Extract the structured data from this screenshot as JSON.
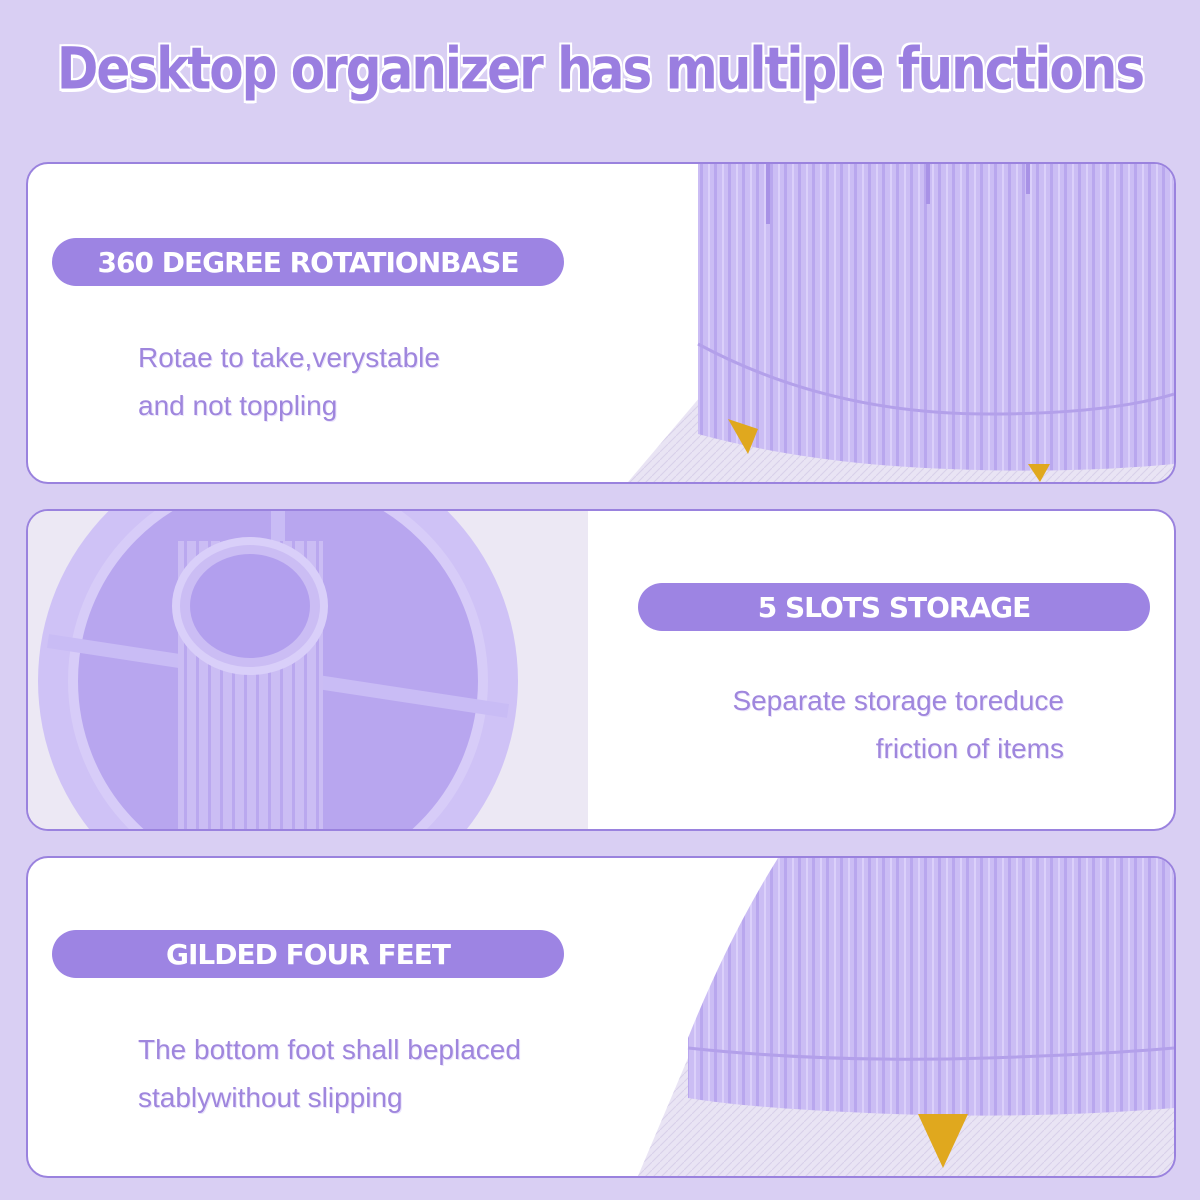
{
  "title": "Desktop organizer has multiple functions",
  "features": [
    {
      "heading": "360 DEGREE ROTATIONBASE",
      "lines": [
        "Rotae to take,verystable",
        "and not toppling"
      ]
    },
    {
      "heading": "5 SLOTS STORAGE",
      "lines": [
        "Separate storage toreduce",
        "friction of items"
      ]
    },
    {
      "heading": "GILDED FOUR FEET",
      "lines": [
        "The bottom foot shall beplaced",
        "stablywithout slipping"
      ]
    }
  ],
  "colors": {
    "background": "#d9cff3",
    "accent": "#9d84e3",
    "text": "#9f86dd",
    "product_lavender": "#c9bbf2",
    "gold": "#e0a81e"
  }
}
